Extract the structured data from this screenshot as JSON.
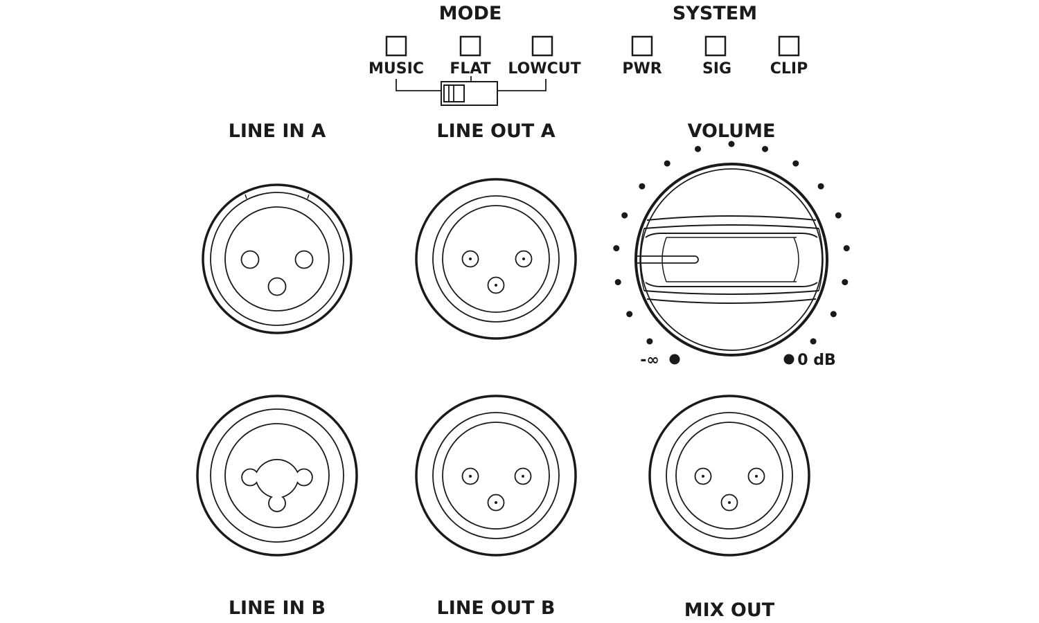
{
  "mode": {
    "title": "MODE",
    "options": [
      "MUSIC",
      "FLAT",
      "LOWCUT"
    ],
    "selected": "MUSIC"
  },
  "system": {
    "title": "SYSTEM",
    "indicators": [
      "PWR",
      "SIG",
      "CLIP"
    ]
  },
  "connectors": {
    "line_in_a": "LINE IN A",
    "line_out_a": "LINE OUT A",
    "line_in_b": "LINE IN B",
    "line_out_b": "LINE OUT B",
    "mix_out": "MIX OUT"
  },
  "volume": {
    "title": "VOLUME",
    "min_label": "-∞",
    "max_label": "0 dB",
    "tick_count": 17,
    "level": 0.0
  },
  "colors": {
    "ink": "#1a1a1a",
    "background": "#ffffff"
  }
}
